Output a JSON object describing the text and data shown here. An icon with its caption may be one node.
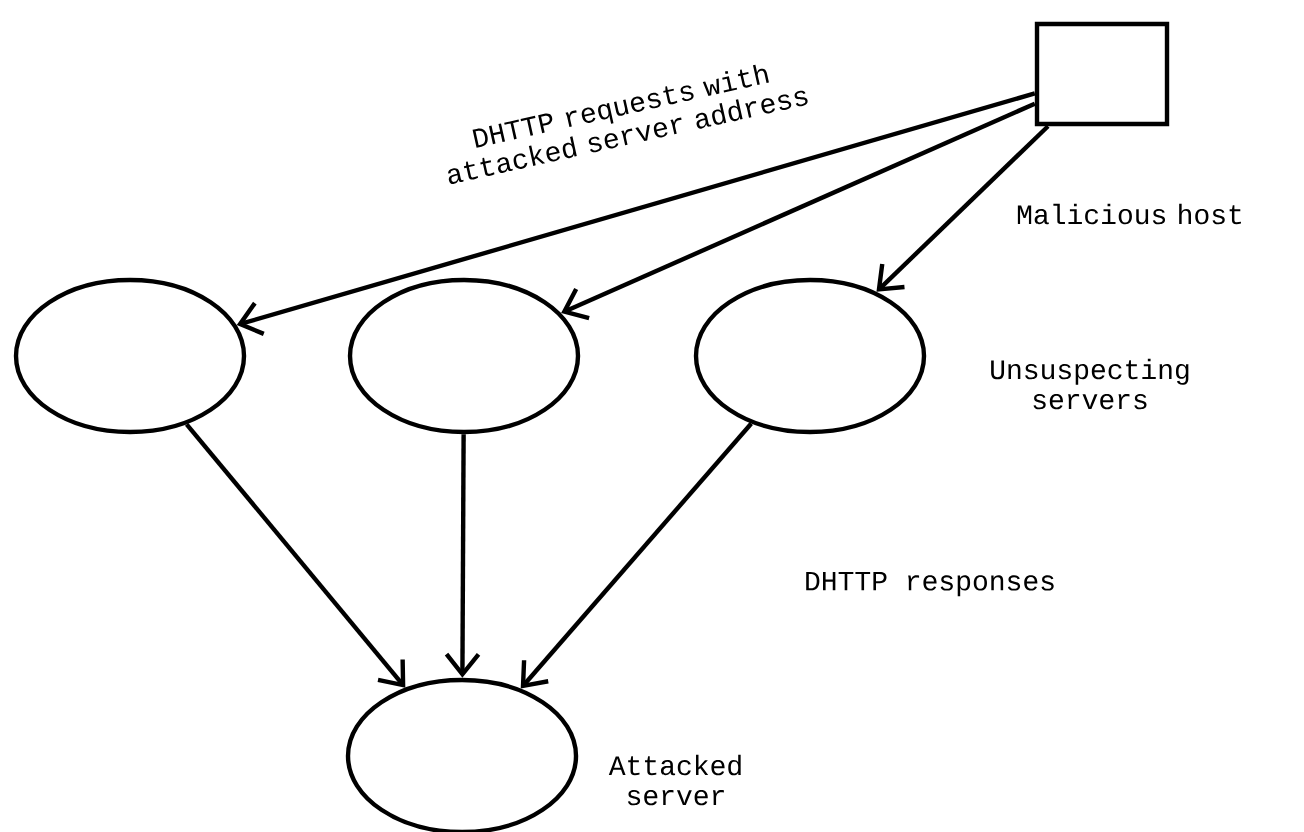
{
  "diagram": {
    "nodes": [
      {
        "text": [],
        "shape": "box",
        "beside": [
          "Malicious host"
        ]
      },
      {
        "text": [],
        "shape": "ellipse"
      },
      {
        "text": [],
        "shape": "ellipse"
      },
      {
        "text": [],
        "shape": "ellipse",
        "beside": [
          "Unsuspecting servers"
        ]
      },
      {
        "text": [],
        "shape": "ellipse",
        "beside": [
          "Attacked server"
        ]
      }
    ],
    "edges": [
      {
        "from": 0,
        "to": 1,
        "arrow": "to",
        "label": "DHTTP requests with attacked server address"
      },
      {
        "from": 0,
        "to": 2,
        "arrow": "to"
      },
      {
        "from": 0,
        "to": 3,
        "arrow": "to"
      },
      {
        "from": 1,
        "to": 4,
        "arrow": "to"
      },
      {
        "from": 2,
        "to": 4,
        "arrow": "to"
      },
      {
        "from": 3,
        "to": 4,
        "arrow": "to"
      }
    ],
    "labels": [
      "DHTTP responses"
    ]
  }
}
